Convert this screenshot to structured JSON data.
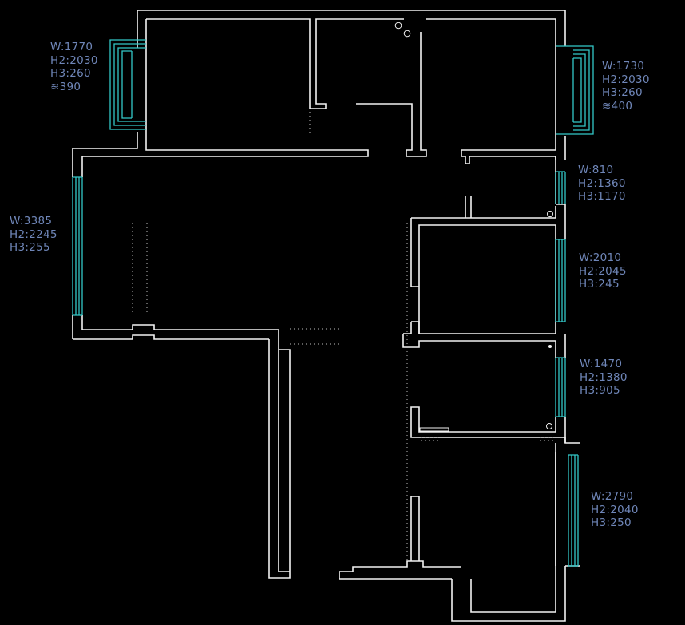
{
  "annotations": [
    {
      "id": "window-top-left",
      "lines": [
        "W:1770",
        "H2:2030",
        "H3:260",
        "≋390"
      ]
    },
    {
      "id": "window-top-right",
      "lines": [
        "W:1730",
        "H2:2030",
        "H3:260",
        "≋400"
      ]
    },
    {
      "id": "window-left-large",
      "lines": [
        "W:3385",
        "H2:2245",
        "H3:255"
      ]
    },
    {
      "id": "window-right-small",
      "lines": [
        "W:810",
        "H2:1360",
        "H3:1170"
      ]
    },
    {
      "id": "window-right-middle",
      "lines": [
        "W:2010",
        "H2:2045",
        "H3:245"
      ]
    },
    {
      "id": "window-right-lower",
      "lines": [
        "W:1470",
        "H2:1380",
        "H3:905"
      ]
    },
    {
      "id": "window-right-bottom",
      "lines": [
        "W:2790",
        "H2:2040",
        "H3:250"
      ]
    }
  ],
  "colors": {
    "background": "#000000",
    "walls": "#f2f2f2",
    "windows": "#33c9c9",
    "labels": "#6f86b8"
  }
}
